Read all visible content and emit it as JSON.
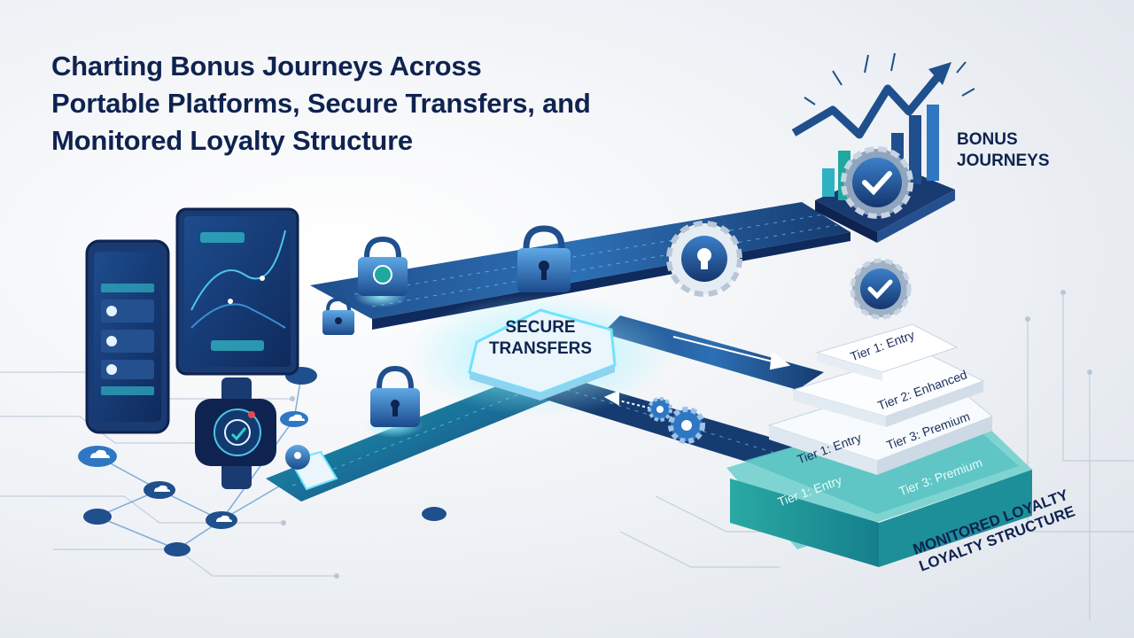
{
  "title": {
    "line1": "Charting Bonus Journeys Across",
    "line2": "Portable Platforms, Secure Transfers, and",
    "line3": "Monitored Loyalty Structure"
  },
  "labels": {
    "bonus_line1": "Bonus",
    "bonus_line2": "Journeys",
    "secure_line1": "Secure",
    "secure_line2": "Transfers",
    "loyalty_line1": "Monitored Loyalty",
    "loyalty_line2": "Loyalty Structure"
  },
  "tiers": {
    "top_entry": "Tier 1: Entry",
    "enhanced": "Tier 2: Enhanced",
    "mid_entry": "Tier 1: Entry",
    "mid_premium": "Tier 3: Premium",
    "base_entry": "Tier 1: Entry",
    "base_premium": "Tier 3: Premium"
  },
  "colors": {
    "navy": "#0f2350",
    "teal": "#1fa8a0",
    "cyan_glow": "#6fe3ff",
    "track_blue": "#24508f"
  },
  "icons": [
    "smartphone-icon",
    "tablet-icon",
    "smartwatch-icon",
    "padlock-icon",
    "gear-icon",
    "checkmark-badge-icon",
    "growth-chart-icon",
    "cloud-icon"
  ]
}
